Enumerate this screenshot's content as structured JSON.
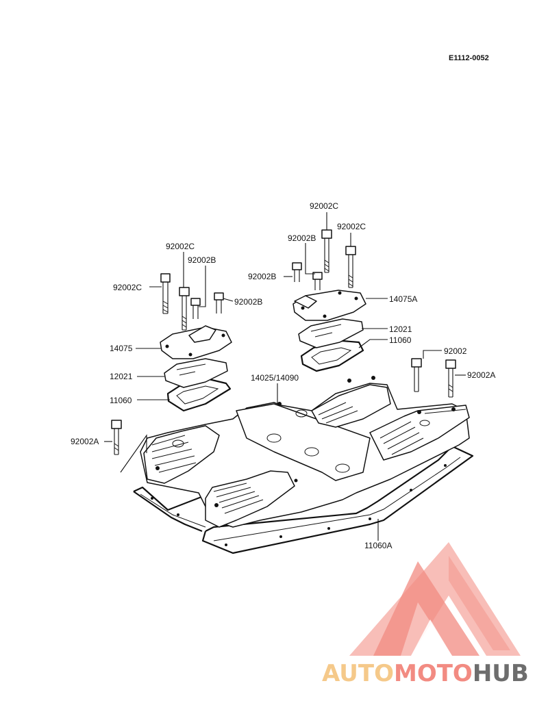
{
  "document_code": "E1112-0052",
  "labels": [
    {
      "id": "lbl-92002C-top-right",
      "text": "92002C"
    },
    {
      "id": "lbl-92002C-right",
      "text": "92002C"
    },
    {
      "id": "lbl-92002B-right-top",
      "text": "92002B"
    },
    {
      "id": "lbl-92002B-right-left",
      "text": "92002B"
    },
    {
      "id": "lbl-14075A",
      "text": "14075A"
    },
    {
      "id": "lbl-12021-right",
      "text": "12021"
    },
    {
      "id": "lbl-11060-right",
      "text": "11060"
    },
    {
      "id": "lbl-92002C-left-top",
      "text": "92002C"
    },
    {
      "id": "lbl-92002B-left-top",
      "text": "92002B"
    },
    {
      "id": "lbl-92002C-left",
      "text": "92002C"
    },
    {
      "id": "lbl-92002B-left-right",
      "text": "92002B"
    },
    {
      "id": "lbl-14075",
      "text": "14075"
    },
    {
      "id": "lbl-12021-left",
      "text": "12021"
    },
    {
      "id": "lbl-11060-left",
      "text": "11060"
    },
    {
      "id": "lbl-14025-14090",
      "text": "14025/14090"
    },
    {
      "id": "lbl-92002",
      "text": "92002"
    },
    {
      "id": "lbl-92002A-right",
      "text": "92002A"
    },
    {
      "id": "lbl-92002A-left",
      "text": "92002A"
    },
    {
      "id": "lbl-11060A",
      "text": "11060A"
    }
  ],
  "watermark": {
    "part1": "AUTO",
    "part2": "MOTO",
    "part3": "HUB",
    "color1": "#f5c98a",
    "color2": "#f28b82",
    "color3": "#6d6d6d"
  }
}
